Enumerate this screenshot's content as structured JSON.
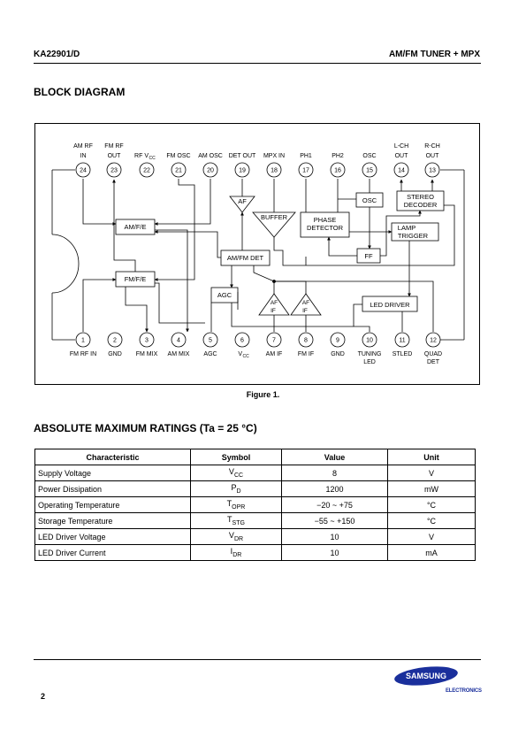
{
  "header": {
    "part_number": "KA22901/D",
    "product": "AM/FM TUNER + MPX"
  },
  "block_diagram": {
    "title": "BLOCK DIAGRAM",
    "caption": "Figure  1.",
    "top_pins": [
      {
        "num": "24",
        "label1": "AM RF",
        "label2": "IN"
      },
      {
        "num": "23",
        "label1": "FM RF",
        "label2": "OUT"
      },
      {
        "num": "22",
        "label1": "",
        "label2": "RF V",
        "sub": "CC"
      },
      {
        "num": "21",
        "label1": "",
        "label2": "FM OSC"
      },
      {
        "num": "20",
        "label1": "",
        "label2": "AM OSC"
      },
      {
        "num": "19",
        "label1": "",
        "label2": "DET OUT"
      },
      {
        "num": "18",
        "label1": "",
        "label2": "MPX IN"
      },
      {
        "num": "17",
        "label1": "",
        "label2": "PH1"
      },
      {
        "num": "16",
        "label1": "",
        "label2": "PH2"
      },
      {
        "num": "15",
        "label1": "",
        "label2": "OSC"
      },
      {
        "num": "14",
        "label1": "L-CH",
        "label2": "OUT"
      },
      {
        "num": "13",
        "label1": "R-CH",
        "label2": "OUT"
      }
    ],
    "bottom_pins": [
      {
        "num": "1",
        "label1": "FM RF IN",
        "label2": ""
      },
      {
        "num": "2",
        "label1": "GND",
        "label2": ""
      },
      {
        "num": "3",
        "label1": "FM MIX",
        "label2": ""
      },
      {
        "num": "4",
        "label1": "AM MIX",
        "label2": ""
      },
      {
        "num": "5",
        "label1": "AGC",
        "label2": ""
      },
      {
        "num": "6",
        "label1": "V",
        "sub": "CC",
        "label2": ""
      },
      {
        "num": "7",
        "label1": "AM IF",
        "label2": ""
      },
      {
        "num": "8",
        "label1": "FM IF",
        "label2": ""
      },
      {
        "num": "9",
        "label1": "GND",
        "label2": ""
      },
      {
        "num": "10",
        "label1": "TUNING",
        "label2": "LED"
      },
      {
        "num": "11",
        "label1": "STLED",
        "label2": ""
      },
      {
        "num": "12",
        "label1": "QUAD",
        "label2": "DET"
      }
    ],
    "blocks": {
      "am_fe": "AM/F/E",
      "fm_fe": "FM/F/E",
      "am_fm_det": "AM/FM DET",
      "agc": "AGC",
      "af": "AF",
      "buffer": "BUFFER",
      "phase_detector_1": "PHASE",
      "phase_detector_2": "DETECTOR",
      "osc": "OSC",
      "ff": "FF",
      "stereo_decoder_1": "STEREO",
      "stereo_decoder_2": "DECODER",
      "lamp_trigger_1": "LAMP",
      "lamp_trigger_2": "TRIGGER",
      "led_driver": "LED DRIVER",
      "af_if_1": "AF",
      "af_if_1b": "IF",
      "af_if_2": "AF",
      "af_if_2b": "IF"
    }
  },
  "ratings": {
    "title": "ABSOLUTE MAXIMUM RATINGS (Ta = 25 °C)",
    "headers": [
      "Characteristic",
      "Symbol",
      "Value",
      "Unit"
    ],
    "rows": [
      {
        "characteristic": "Supply Voltage",
        "sym": "V",
        "sub": "CC",
        "value": "8",
        "unit": "V"
      },
      {
        "characteristic": "Power Dissipation",
        "sym": "P",
        "sub": "D",
        "value": "1200",
        "unit": "mW"
      },
      {
        "characteristic": "Operating Temperature",
        "sym": "T",
        "sub": "OPR",
        "value": "−20 ~ +75",
        "unit": "°C"
      },
      {
        "characteristic": "Storage Temperature",
        "sym": "T",
        "sub": "STG",
        "value": "−55 ~ +150",
        "unit": "°C"
      },
      {
        "characteristic": "LED Driver Voltage",
        "sym": "V",
        "sub": "DR",
        "value": "10",
        "unit": "V"
      },
      {
        "characteristic": "LED Driver Current",
        "sym": "I",
        "sub": "DR",
        "value": "10",
        "unit": "mA"
      }
    ]
  },
  "footer": {
    "page_number": "2",
    "logo_text": "SAMSUNG",
    "logo_sub": "ELECTRONICS",
    "logo_color": "#1a2f9c"
  }
}
